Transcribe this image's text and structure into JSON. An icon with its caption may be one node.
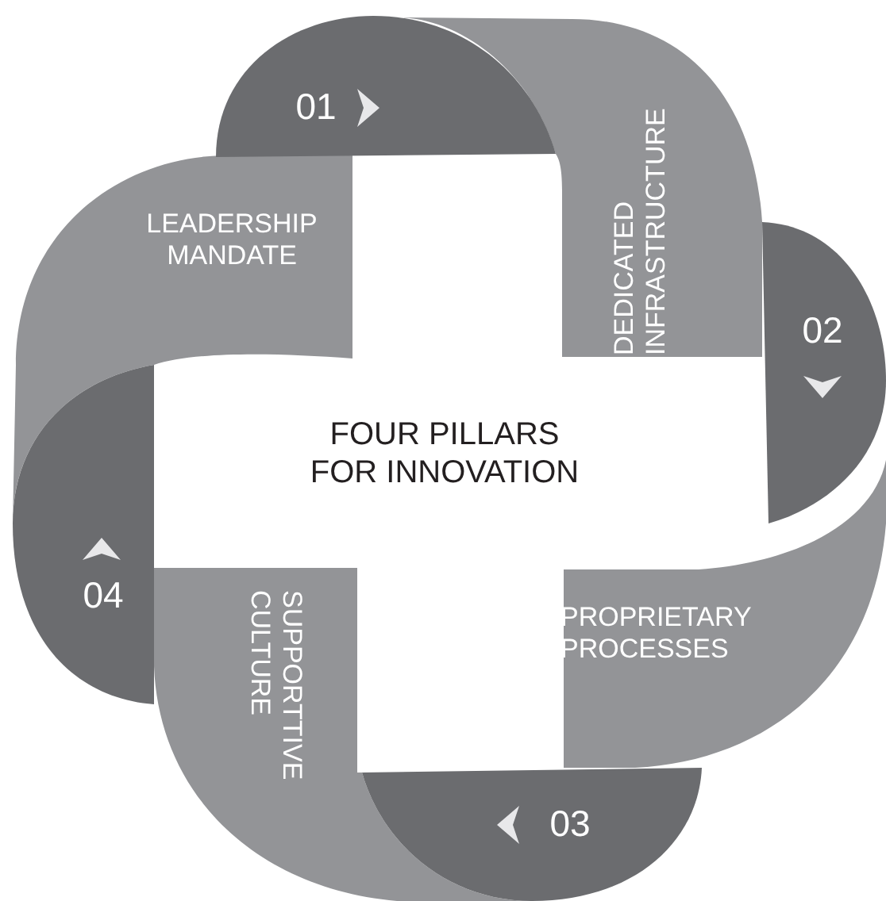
{
  "diagram": {
    "title": "FOUR PILLARS FOR INNOVATION",
    "nodes": [
      {
        "text": [
          "LEADERSHIP MANDATE"
        ]
      },
      {
        "text": [
          "DEDICATED INFRASTRUCTURE"
        ]
      },
      {
        "text": [
          "PROPRIETARY PROCESSES"
        ]
      },
      {
        "text": [
          "SUPPORTTIVE CULTURE"
        ]
      },
      {
        "text": [
          "01"
        ]
      },
      {
        "text": [
          "02"
        ]
      },
      {
        "text": [
          "03"
        ]
      },
      {
        "text": [
          "04"
        ]
      }
    ]
  }
}
